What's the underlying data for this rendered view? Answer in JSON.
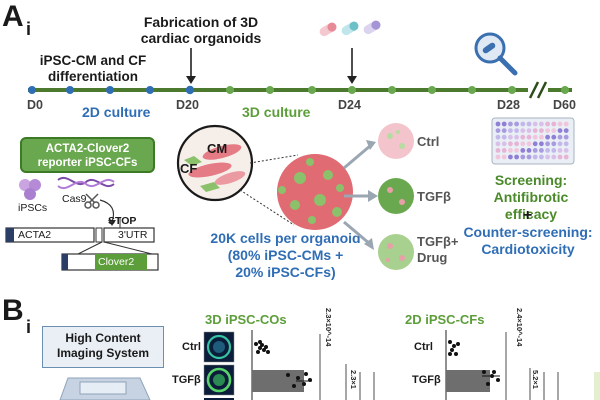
{
  "panel_a": {
    "letter": "A",
    "sub": "i",
    "annotations": {
      "fabrication": [
        "Fabrication of 3D",
        "cardiac organoids"
      ],
      "differentiation": [
        "iPSC-CM and CF",
        "differentiation"
      ]
    },
    "timeline": {
      "days": [
        "D0",
        "D20",
        "D24",
        "D28",
        "D60"
      ],
      "phase_2d": "2D culture",
      "phase_3d": "3D culture"
    },
    "reporter_box": [
      "ACTA2-Clover2",
      "reporter iPSC-CFs"
    ],
    "gene": {
      "ipscs": "iPSCs",
      "cas9": "Cas9",
      "stop": "STOP",
      "acta2": "ACTA2",
      "utr": "3'UTR",
      "clover2": "Clover2"
    },
    "organoid_cells": {
      "cm": "CM",
      "cf": "CF"
    },
    "organoid_text": [
      "20K cells per organoid",
      "(80% iPSC-CMs +",
      "20% iPSC-CFs)"
    ],
    "conditions": [
      "Ctrl",
      "TGFβ",
      "TGFβ+",
      "Drug"
    ],
    "screening": [
      "Screening:",
      "Antifibrotic efficacy"
    ],
    "plus": "+",
    "counter": [
      "Counter-screening:",
      "Cardiotoxicity"
    ]
  },
  "panel_b": {
    "letter": "B",
    "sub": "i",
    "hcs_box": [
      "High Content",
      "Imaging System"
    ],
    "titles": {
      "cos": "3D iPSC-COs",
      "cfs": "2D iPSC-CFs"
    },
    "row_labels": {
      "ctrl": "Ctrl",
      "tgf": "TGFβ"
    },
    "pvals_cos": [
      "2.3×10^-14",
      "2.3×1"
    ],
    "pvals_cfs": [
      "2.4×10^-14",
      "5.2×1"
    ]
  },
  "colors": {
    "timeline": "#4b7a2f",
    "blue_text": "#2f6db5",
    "green_text": "#5c9e3a",
    "reporter_fill": "#6aa84f",
    "bar_fill": "#6e6e6e",
    "organoid_pink": "#e06b73"
  },
  "icons": [
    "capsule-icon",
    "magnifier-icon",
    "well-plate-icon",
    "scissors-icon",
    "dna-icon",
    "arrow-down-icon"
  ]
}
